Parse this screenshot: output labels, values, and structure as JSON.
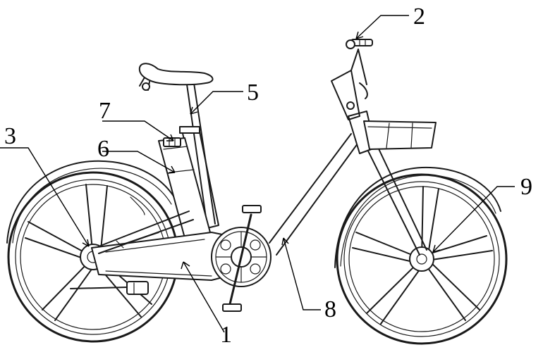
{
  "labels": [
    {
      "id": "1",
      "text": "1"
    },
    {
      "id": "2",
      "text": "2"
    },
    {
      "id": "3",
      "text": "3"
    },
    {
      "id": "5",
      "text": "5"
    },
    {
      "id": "6",
      "text": "6"
    },
    {
      "id": "7",
      "text": "7"
    },
    {
      "id": "8",
      "text": "8"
    },
    {
      "id": "9",
      "text": "9"
    }
  ]
}
